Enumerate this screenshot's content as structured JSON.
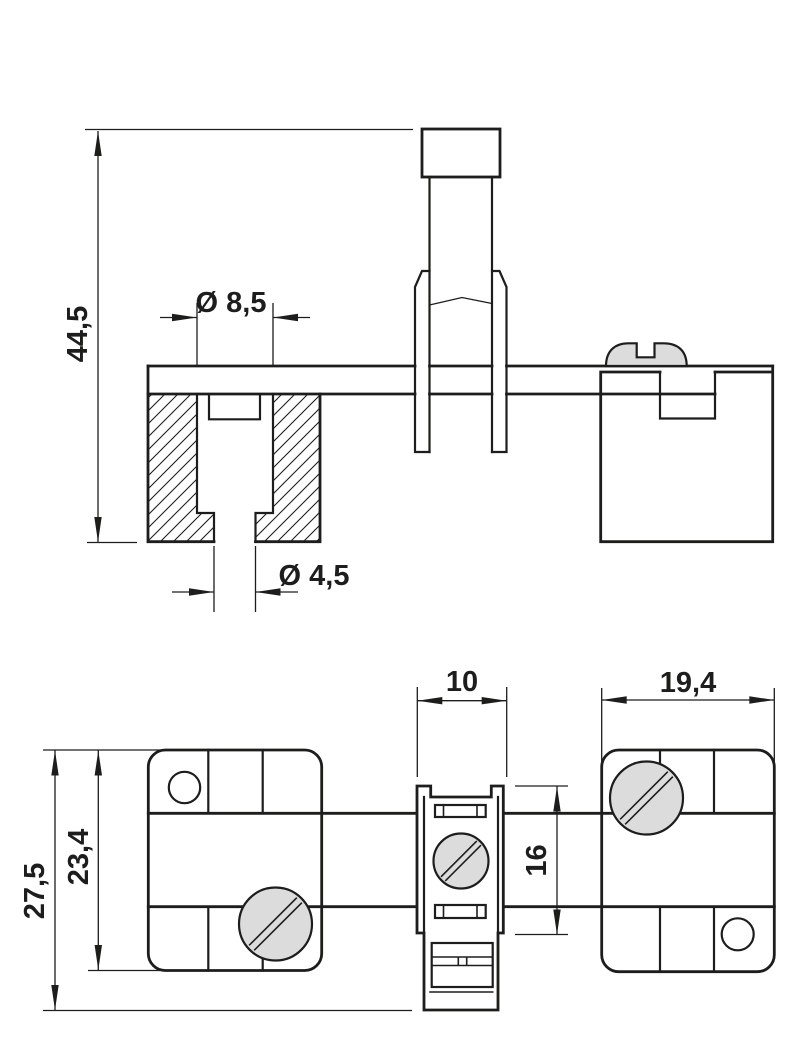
{
  "title": "Technical dimension drawing, two views of screw-clamp busbar terminal",
  "colors": {
    "line": "#1d1d1b",
    "screw_fill": "#dcdcdc",
    "background": "#ffffff"
  },
  "front_view": {
    "dim_overall_height": "44,5",
    "dim_bore_diameter": "Ø 8,5",
    "dim_exit_hole_diameter": "Ø 4,5"
  },
  "top_view": {
    "dim_clamp_body_width": "10",
    "dim_end_block_width": "19,4",
    "dim_overall_depth": "27,5",
    "dim_end_block_depth": "23,4",
    "dim_clamp_depth": "16"
  }
}
